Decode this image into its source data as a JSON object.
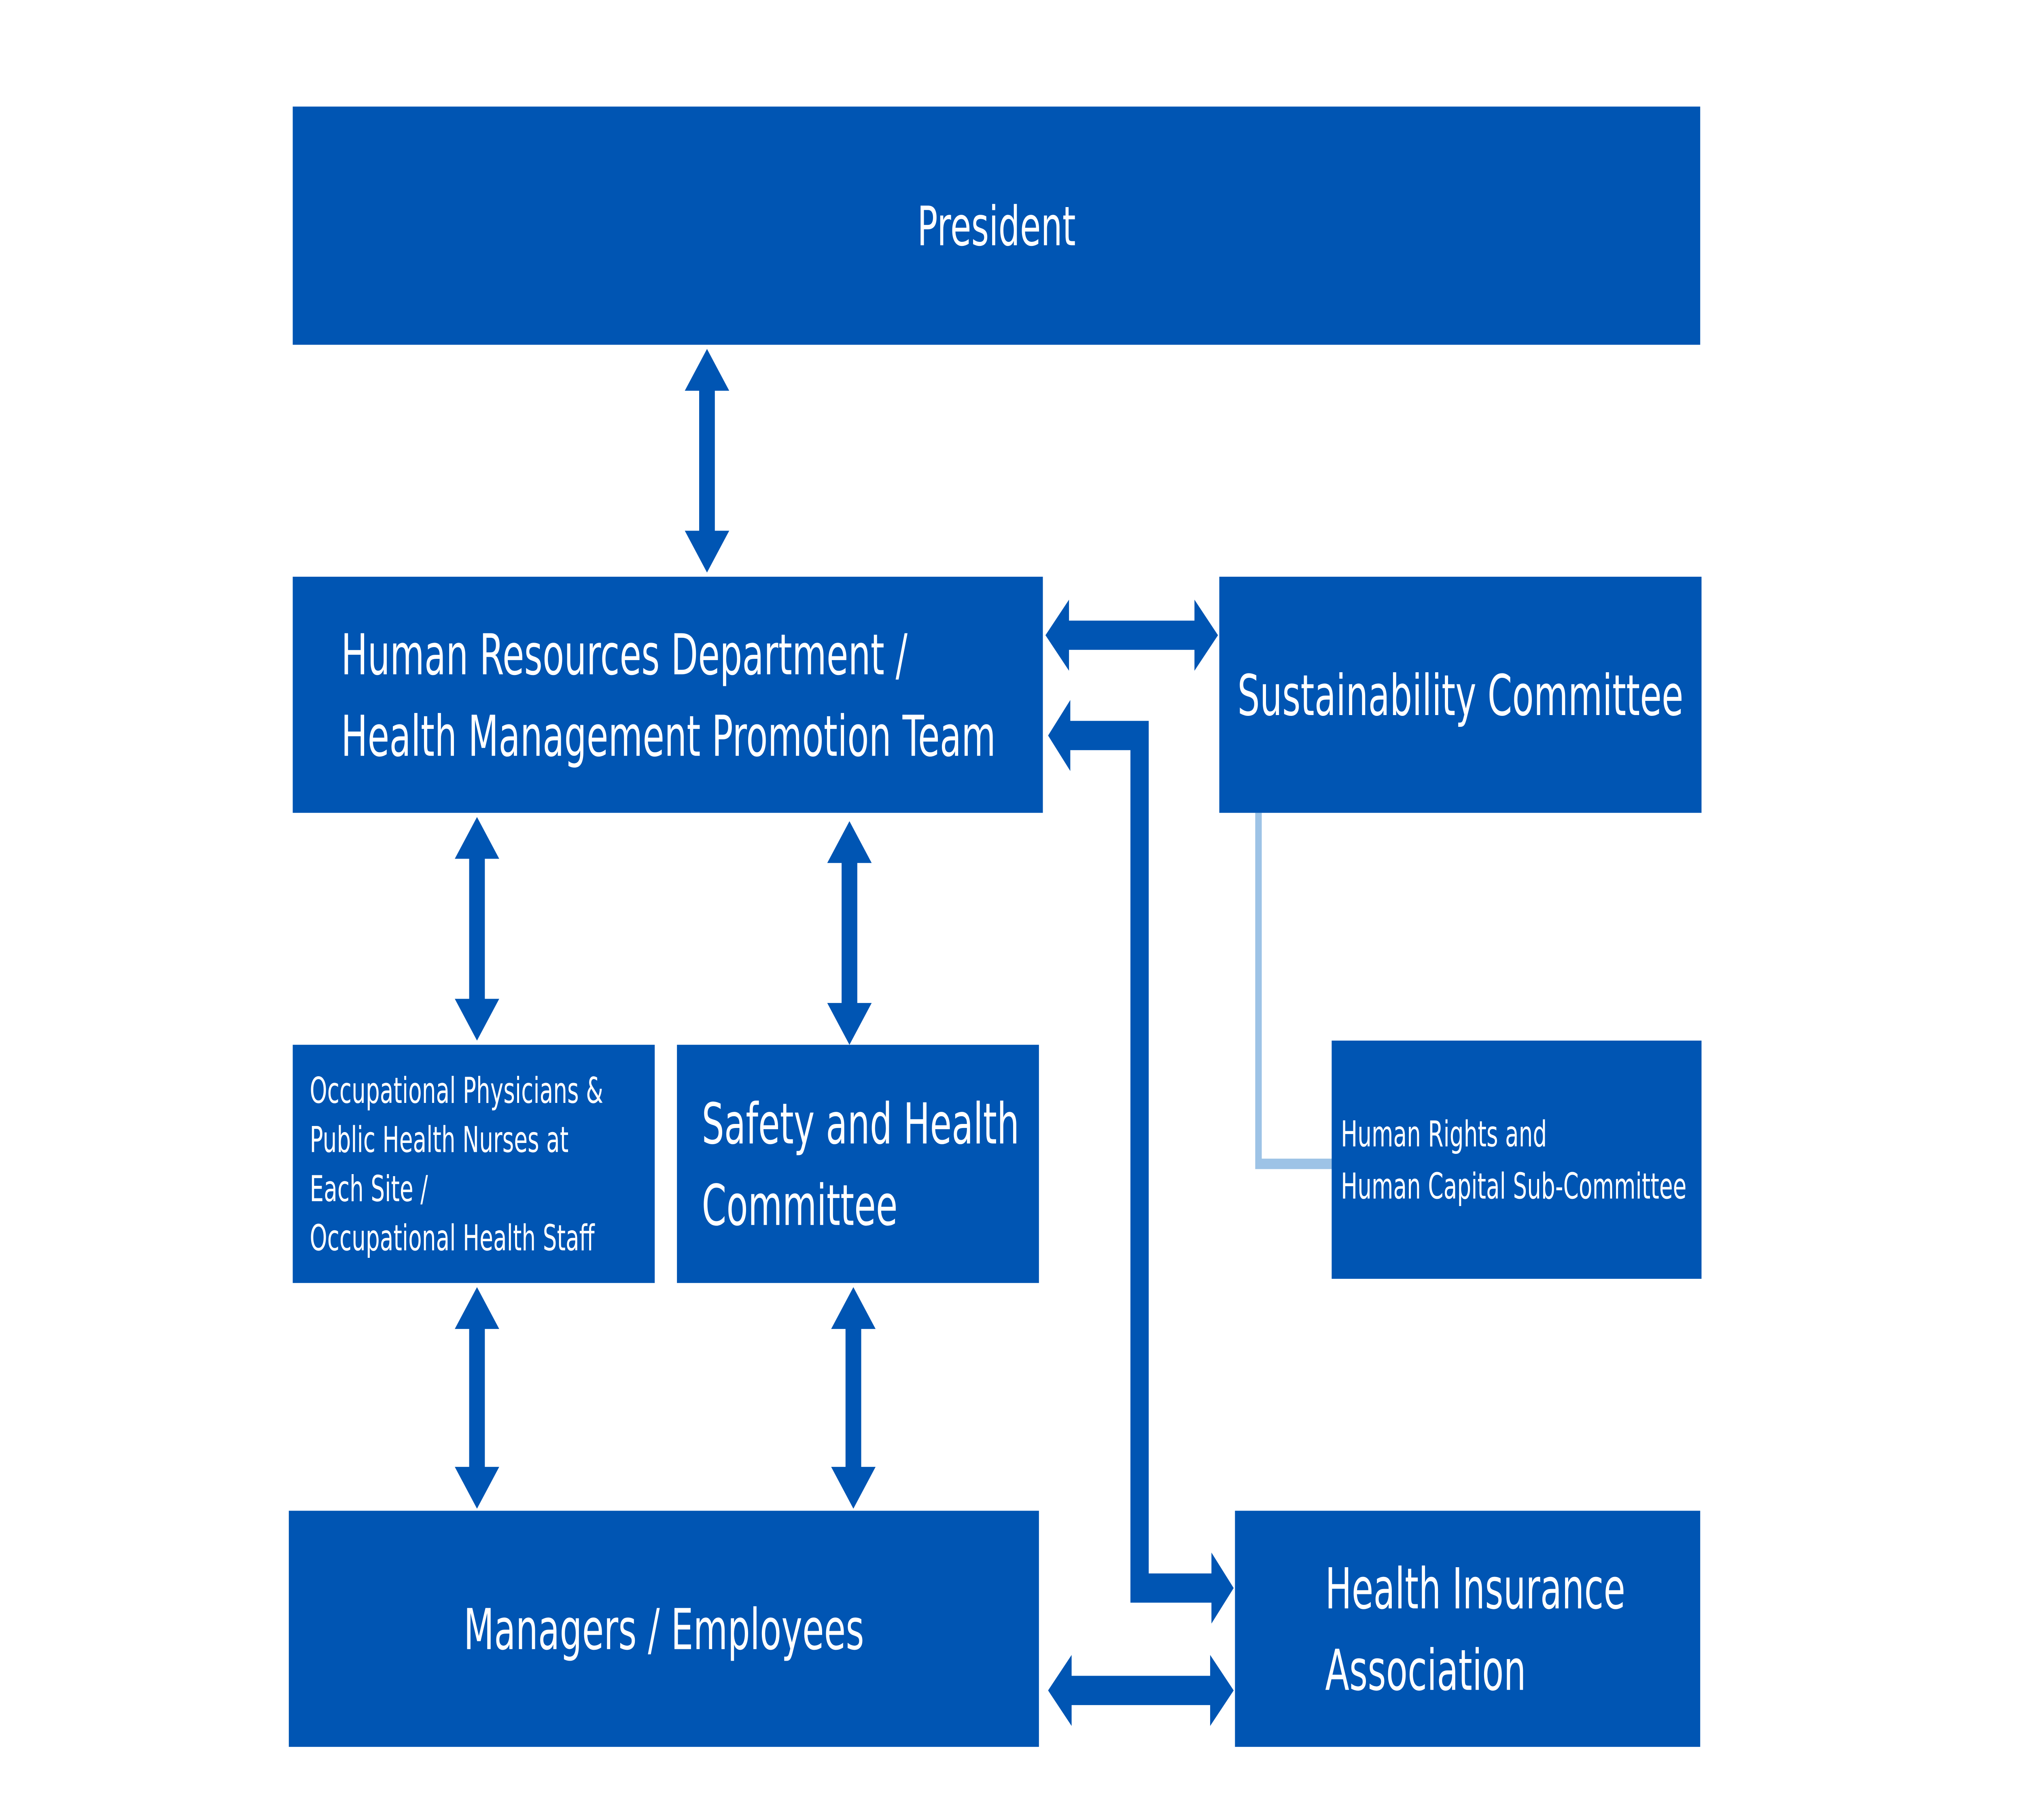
{
  "colors": {
    "box": "#0055B3",
    "arrow": "#0055B3",
    "sub_link": "#9DC3E6",
    "text": "#FFFFFF",
    "background": "#FFFFFF"
  },
  "boxes": {
    "president": [
      "President"
    ],
    "hr": [
      "Human Resources Department /",
      "Health Management Promotion Team"
    ],
    "sustainability": [
      "Sustainability Committee"
    ],
    "occupational": [
      "Occupational Physicians &",
      "Public Health Nurses at",
      "Each Site /",
      "Occupational Health Staff"
    ],
    "safety": [
      "Safety and Health",
      "Committee"
    ],
    "human_rights": [
      "Human Rights and",
      "Human Capital Sub-Committee"
    ],
    "managers": [
      "Managers / Employees"
    ],
    "health_insurance": [
      "Health Insurance",
      "Association"
    ]
  }
}
